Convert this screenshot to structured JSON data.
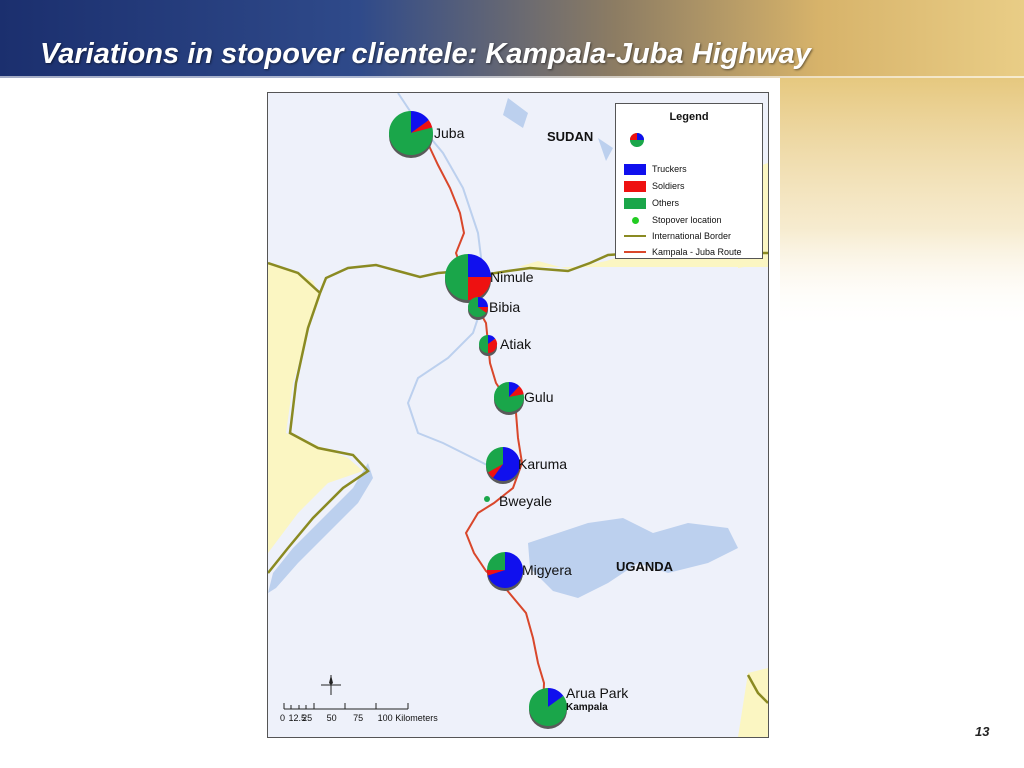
{
  "slide": {
    "title": "Variations in stopover clientele: Kampala-Juba Highway",
    "page_number": "13"
  },
  "colors": {
    "truckers": "#1010ee",
    "soldiers": "#ee1111",
    "others": "#1aa64a",
    "border": "#8a8a22",
    "route": "#d9472b",
    "water": "#bcd0ee",
    "outside_land": "#fbf6c2"
  },
  "map": {
    "countries": [
      "SUDAN",
      "UGANDA"
    ],
    "stopovers": [
      {
        "name": "Juba",
        "truckers": 0.15,
        "soldiers": 0.06,
        "others": 0.79
      },
      {
        "name": "Nimule",
        "truckers": 0.25,
        "soldiers": 0.25,
        "others": 0.5
      },
      {
        "name": "Bibia",
        "truckers": 0.25,
        "soldiers": 0.1,
        "others": 0.65
      },
      {
        "name": "Atiak",
        "truckers": 0.15,
        "soldiers": 0.35,
        "others": 0.5
      },
      {
        "name": "Gulu",
        "truckers": 0.12,
        "soldiers": 0.1,
        "others": 0.78
      },
      {
        "name": "Karuma",
        "truckers": 0.6,
        "soldiers": 0.07,
        "others": 0.33
      },
      {
        "name": "Bweyale",
        "truckers": 0,
        "soldiers": 0,
        "others": 1
      },
      {
        "name": "Migyera",
        "truckers": 0.7,
        "soldiers": 0.05,
        "others": 0.25
      },
      {
        "name": "Arua Park",
        "truckers": 0.15,
        "soldiers": 0,
        "others": 0.85
      }
    ],
    "city_label": "Kampala",
    "scale": {
      "ticks": [
        "0",
        "12.5",
        "25",
        "50",
        "75",
        "100"
      ],
      "unit": "Kilometers"
    }
  },
  "legend": {
    "title": "Legend",
    "items": [
      {
        "label": "Truckers",
        "kind": "swatch",
        "color": "#1010ee"
      },
      {
        "label": "Soldiers",
        "kind": "swatch",
        "color": "#ee1111"
      },
      {
        "label": "Others",
        "kind": "swatch",
        "color": "#1aa64a"
      },
      {
        "label": "Stopover location",
        "kind": "dot",
        "color": "#22cc22"
      },
      {
        "label": "International Border",
        "kind": "line",
        "color": "#8a8a22"
      },
      {
        "label": "Kampala - Juba Route",
        "kind": "line",
        "color": "#d9472b"
      }
    ]
  }
}
